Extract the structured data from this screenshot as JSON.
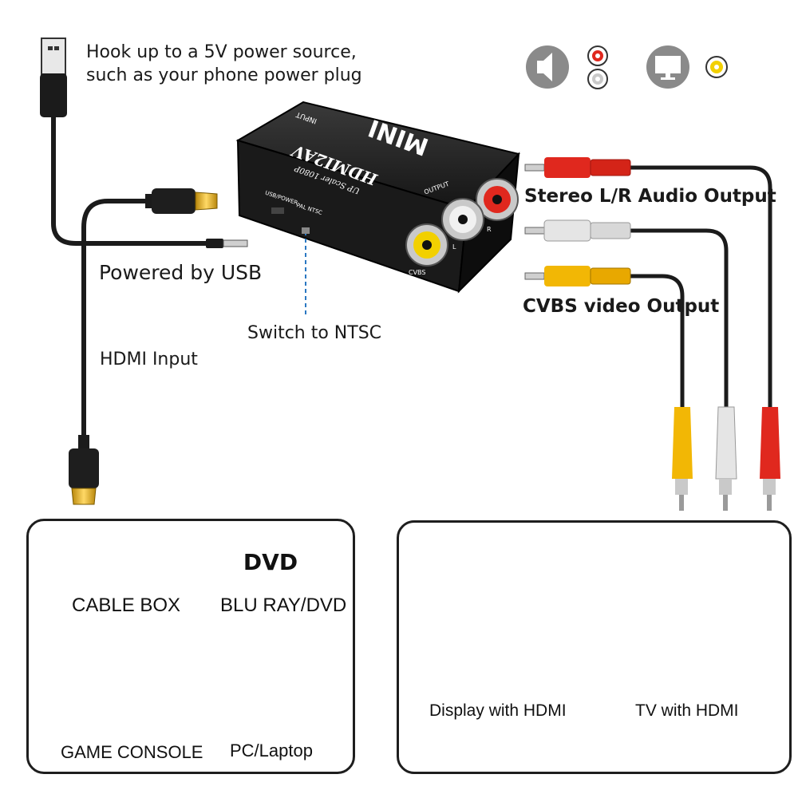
{
  "labels": {
    "power_line1": "Hook up to a 5V power source,",
    "power_line2": "such as your phone power plug",
    "powered_usb": "Powered by USB",
    "switch_ntsc": "Switch to NTSC",
    "hdmi_input": "HDMI Input",
    "stereo_output": "Stereo L/R Audio Output",
    "cvbs_output": "CVBS video Output"
  },
  "device": {
    "brand": "MINI",
    "model": "HDMI2AV",
    "sub": "UP Scaler 1080P",
    "input_label": "INPUT",
    "output_label": "OUTPUT",
    "usb_power_label": "USB/POWER",
    "pal_ntsc_label": "PAL NTSC",
    "jack_r": "R",
    "jack_l": "L",
    "jack_cvbs": "CVBS"
  },
  "sources_panel": {
    "cable_box": "CABLE BOX",
    "dvd_badge": "DVD",
    "blu_ray": "BLU RAY/DVD",
    "game_console": "GAME CONSOLE",
    "pc_laptop": "PC/Laptop"
  },
  "displays_panel": {
    "display_hdmi": "Display with HDMI",
    "tv_hdmi": "TV with HDMI"
  },
  "colors": {
    "red": "#e0281e",
    "white": "#d8d8d8",
    "yellow": "#f2b705",
    "gold": "#d9a520",
    "device": "#151515",
    "icon_gray": "#8a8a8a"
  },
  "icons": [
    "speaker-icon",
    "audio-jacks-icon",
    "monitor-icon",
    "video-jack-icon"
  ]
}
